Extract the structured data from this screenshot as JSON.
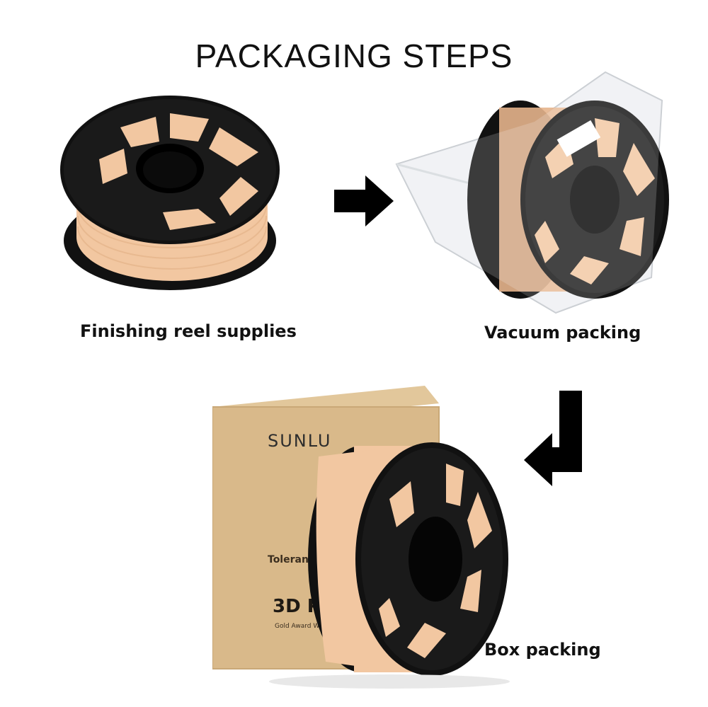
{
  "title": "PACKAGING STEPS",
  "steps": [
    {
      "label": "Finishing reel supplies"
    },
    {
      "label": "Vacuum packing"
    },
    {
      "label": "Box packing"
    }
  ],
  "box": {
    "brand": "SUNLU",
    "tolerance_fragment": "Toleranc",
    "product_fragment": "3D P",
    "award_fragment": "Gold Award W"
  },
  "colors": {
    "filament": "#f2c7a1",
    "filament_shade": "#e6b48c",
    "spool": "#111111",
    "cardboard": "#d9b98a",
    "arrow": "#000000"
  },
  "icons": [
    "right-arrow-icon",
    "down-left-arrow-icon"
  ]
}
